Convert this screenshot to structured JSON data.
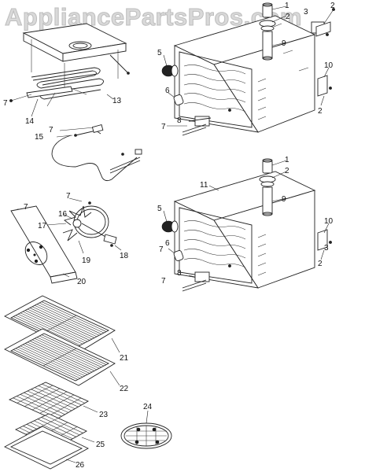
{
  "watermark": "AppliancePartsPros.com",
  "callouts": {
    "top_left": [
      "7",
      "13",
      "14",
      "7",
      "15"
    ],
    "top_oven": [
      "1",
      "2",
      "3",
      "2",
      "9",
      "5",
      "6",
      "7",
      "8",
      "10",
      "2"
    ],
    "fan_assembly": [
      "7",
      "16",
      "17",
      "7",
      "18",
      "19",
      "20"
    ],
    "bottom_oven": [
      "1",
      "2",
      "11",
      "9",
      "5",
      "7",
      "6",
      "8",
      "7",
      "10",
      "3",
      "2"
    ],
    "racks": [
      "21",
      "22",
      "23",
      "24",
      "25",
      "26"
    ]
  }
}
